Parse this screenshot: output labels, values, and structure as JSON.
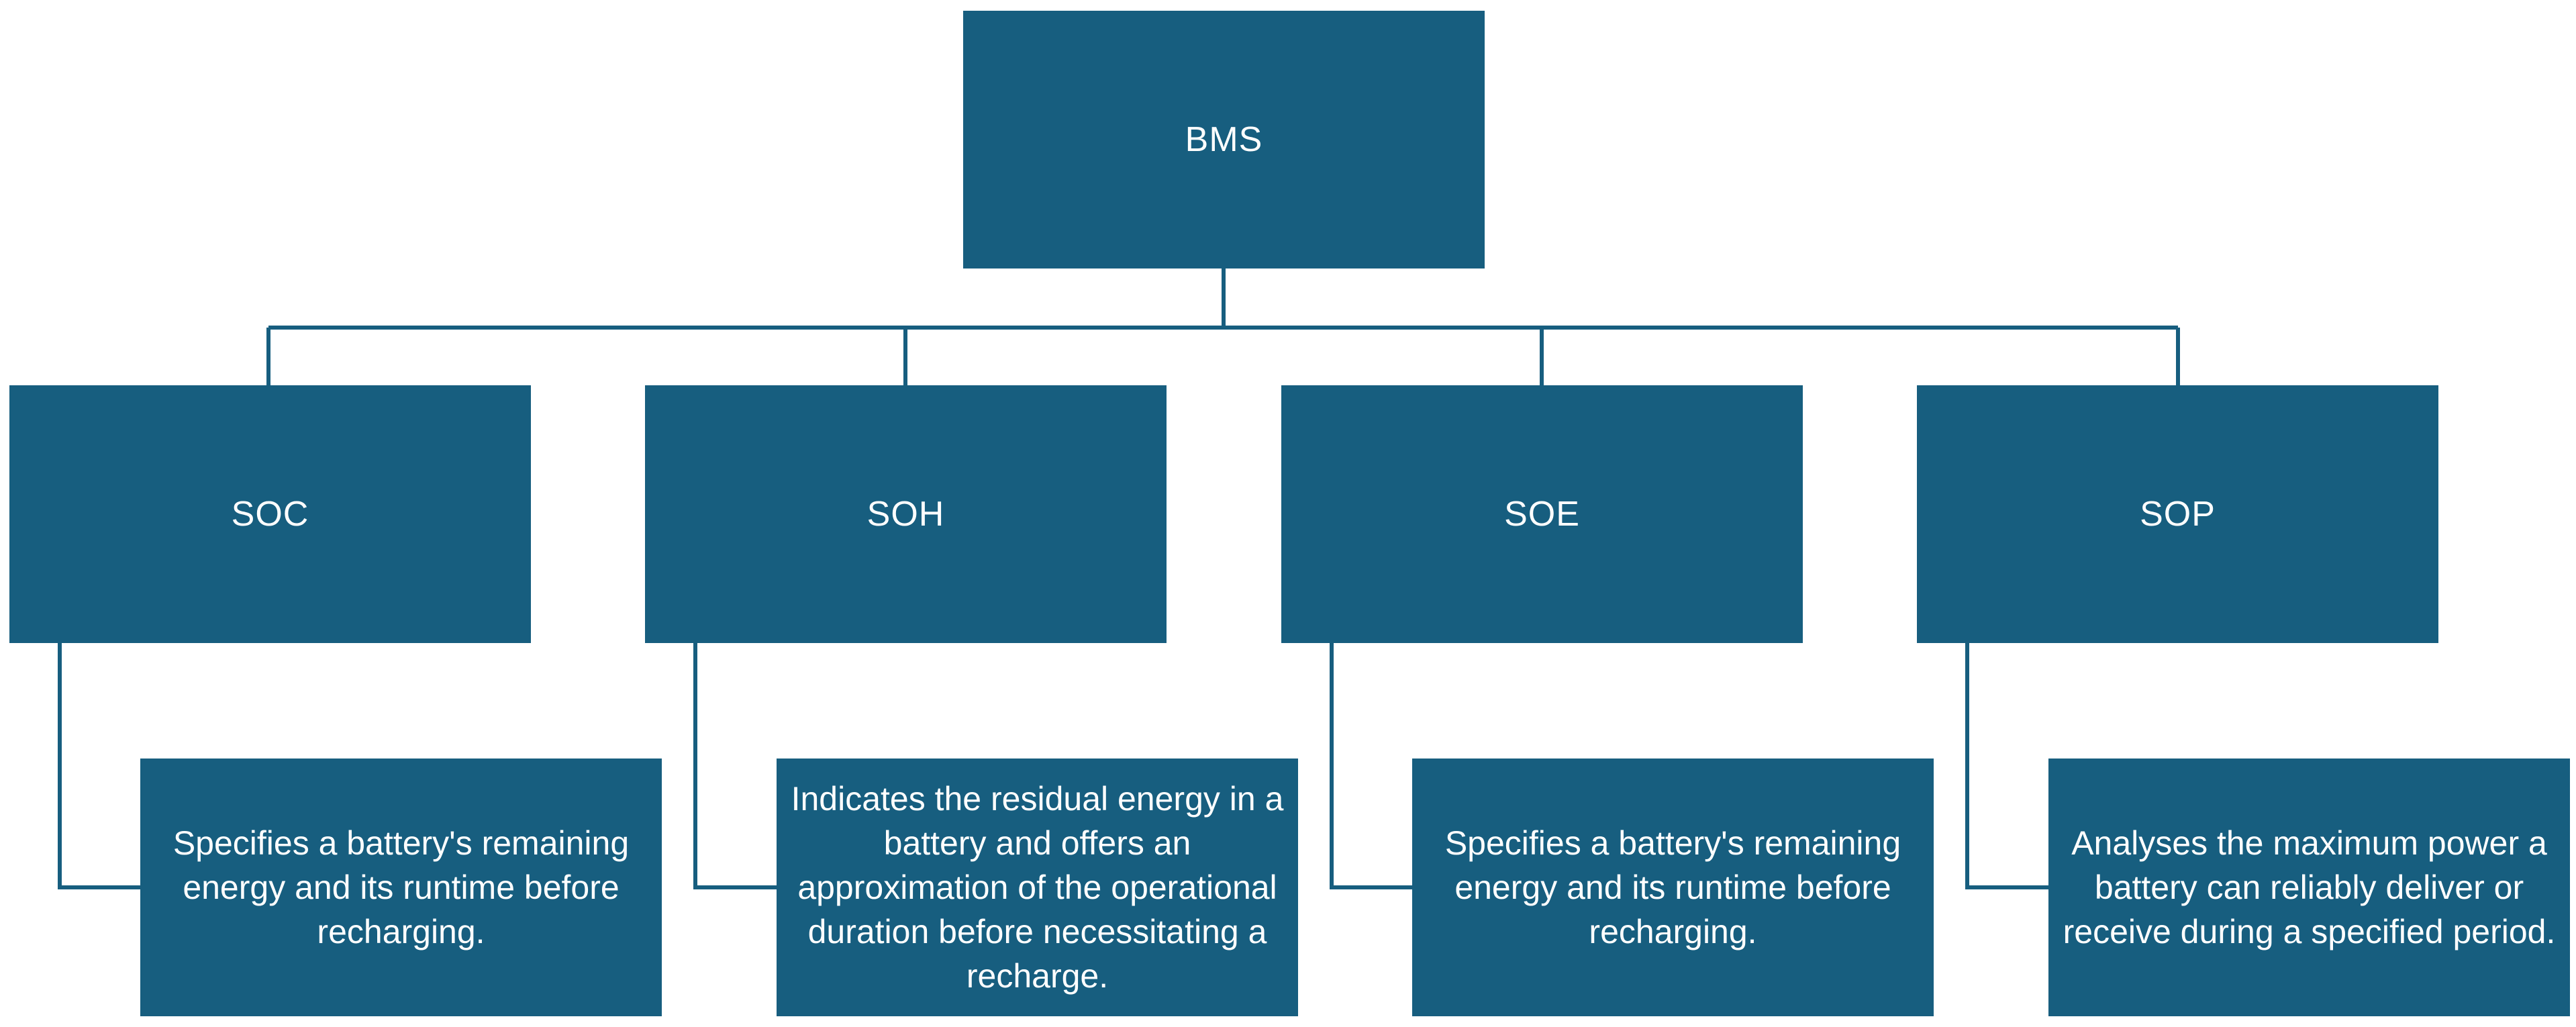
{
  "root": {
    "label": "BMS"
  },
  "children": [
    {
      "label": "SOC",
      "description": "Specifies a battery's remaining energy and its runtime before recharging."
    },
    {
      "label": "SOH",
      "description": "Indicates the residual energy in a battery and offers an approximation of the operational duration before necessitating a recharge."
    },
    {
      "label": "SOE",
      "description": "Specifies a battery's remaining energy and its runtime before recharging."
    },
    {
      "label": "SOP",
      "description": "Analyses the maximum power a battery can reliably deliver or receive during a specified period."
    }
  ],
  "colors": {
    "box": "#175e7f",
    "connector": "#175e7f",
    "text": "#ffffff"
  }
}
